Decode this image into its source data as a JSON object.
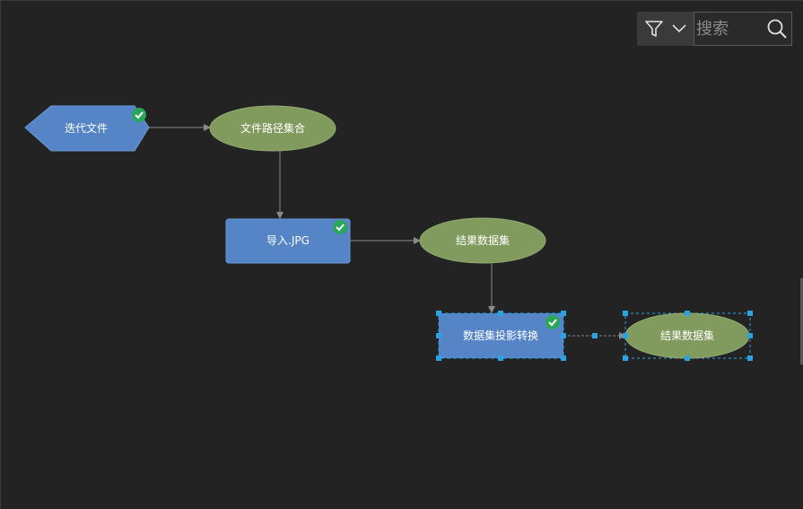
{
  "toolbar": {
    "search_placeholder": "搜索"
  },
  "nodes": {
    "iterate_files": {
      "label": "迭代文件",
      "status": "completed"
    },
    "file_path_set": {
      "label": "文件路径集合"
    },
    "import_jpg": {
      "label": "导入.JPG",
      "status": "completed"
    },
    "result_dataset_1": {
      "label": "结果数据集"
    },
    "dataset_projection": {
      "label": "数据集投影转换",
      "status": "completed",
      "selected": true
    },
    "result_dataset_2": {
      "label": "结果数据集",
      "selected": true
    }
  },
  "colors": {
    "background": "#232323",
    "process_blue": "#5585c6",
    "data_green": "#819a5e",
    "check_green": "#2aa65a",
    "selection": "#2ba3e0",
    "connector": "#8a8a8a"
  }
}
